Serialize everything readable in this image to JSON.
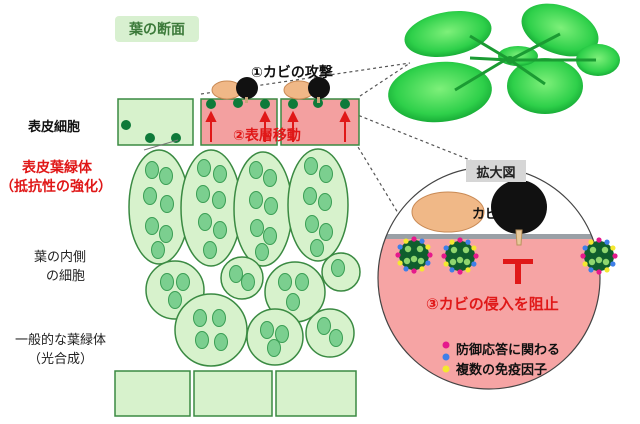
{
  "title": "葉の断面",
  "labels": {
    "fungal_attack": "①カビの攻撃",
    "surface_migration": "②表層移動",
    "block_invasion": "③カビの侵入を阻止",
    "epidermal_cell": "表皮細胞",
    "epidermal_chloroplast": "表皮葉緑体",
    "enhanced_resistance": "（抵抗性の強化）",
    "inner_cells_line1": "葉の内側",
    "inner_cells_line2": "の細胞",
    "general_chloroplast": "一般的な葉緑体",
    "photosynthesis": "（光合成）",
    "enlarged_view": "拡大図",
    "fungus": "カビ",
    "legend_line1": "防御応答に関わる",
    "legend_line2": "複数の免疫因子"
  },
  "colors": {
    "leaf_green": "#22c84a",
    "cell_fill": "#d7f2cc",
    "chloroplast_dark": "#0f7a3a",
    "chloroplast_light": "#7bcf8f",
    "epidermis_pink": "#f3a0a0",
    "arrow_red": "#e01818",
    "fungus_black": "#111111",
    "spore_tan": "#f0b887",
    "immune_magenta": "#e5198c",
    "immune_blue": "#3f7fe8",
    "immune_yellow": "#f4e830"
  },
  "icons": [
    "plant-leaf-icon",
    "fungus-icon",
    "spore-icon",
    "inhibit-icon"
  ]
}
